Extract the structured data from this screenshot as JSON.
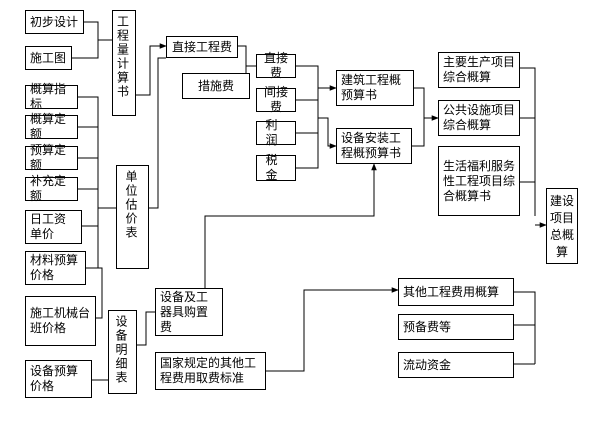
{
  "diagram": {
    "inputs": {
      "preliminary_design": "初步设计",
      "construction_drawing": "施工图",
      "estimate_index": "概算指标",
      "estimate_quota": "概算定额",
      "budget_quota": "预算定额",
      "supplementary_quota": "补充定额",
      "daily_wage_price": "日工资单价",
      "material_budget_price": "材料预算价格",
      "machine_shift_price": "施工机械台班价格",
      "equipment_budget_price": "设备预算价格"
    },
    "intermediate": {
      "quantity_calc": "工程量计算书",
      "unit_valuation_table": "单位估价表",
      "equipment_list": "设备明细表",
      "direct_engineering_cost": "直接工程费",
      "measure_cost": "措施费",
      "direct_cost": "直接费",
      "indirect_cost": "间接费",
      "profit": "利润",
      "tax": "税金",
      "equipment_tool_purchase": "设备及工器具购置费",
      "other_cost_standard": "国家规定的其他工程费用取费标准"
    },
    "estimates": {
      "building_estimate": "建筑工程概预算书",
      "equipment_install_estimate": "设备安装工程概预算书",
      "main_production_estimate": "主要生产项目综合概算",
      "public_facility_estimate": "公共设施项目综合概算",
      "welfare_estimate": "生活福利服务性工程项目综合概算书",
      "other_cost_estimate": "其他工程费用概算",
      "reserve_cost": "预备费等",
      "working_capital": "流动资金",
      "total_estimate": "建设项目总概算"
    }
  }
}
